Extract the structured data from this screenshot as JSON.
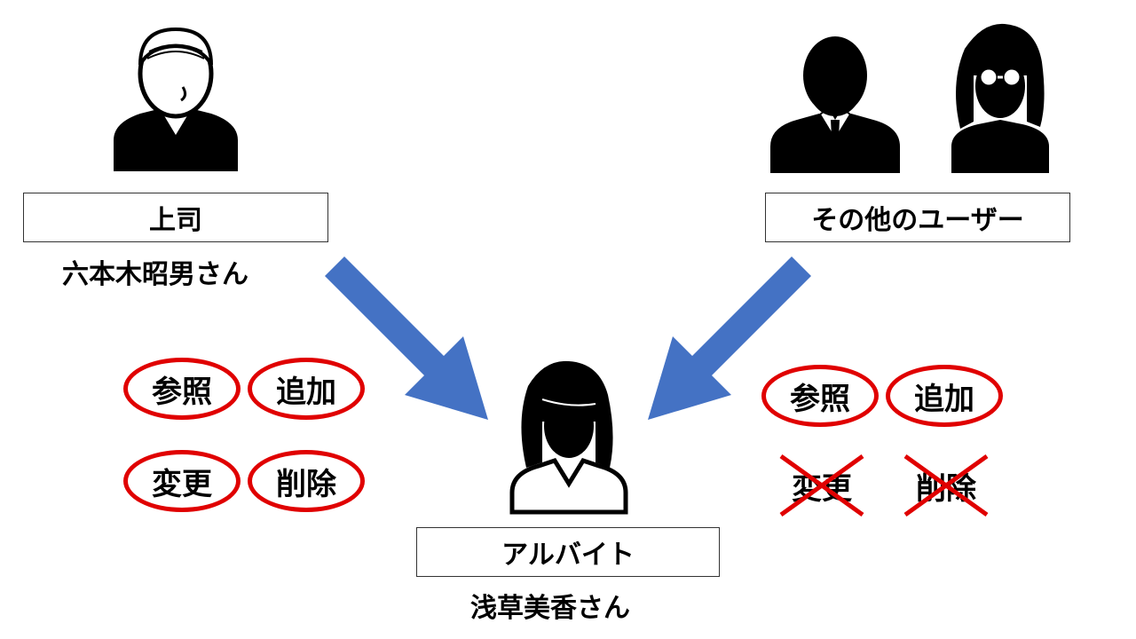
{
  "boss": {
    "role": "上司",
    "name": "六本木昭男さん"
  },
  "others": {
    "role": "その他のユーザー"
  },
  "parttimer": {
    "role": "アルバイト",
    "name": "浅草美香さん"
  },
  "boss_permissions": {
    "view": "参照",
    "add": "追加",
    "edit": "変更",
    "delete": "削除"
  },
  "others_permissions": {
    "view": "参照",
    "add": "追加",
    "edit": "変更",
    "delete": "削除"
  },
  "colors": {
    "arrow": "#4472c4",
    "allowed_ring": "#e00000",
    "denied_cross": "#e00000"
  }
}
